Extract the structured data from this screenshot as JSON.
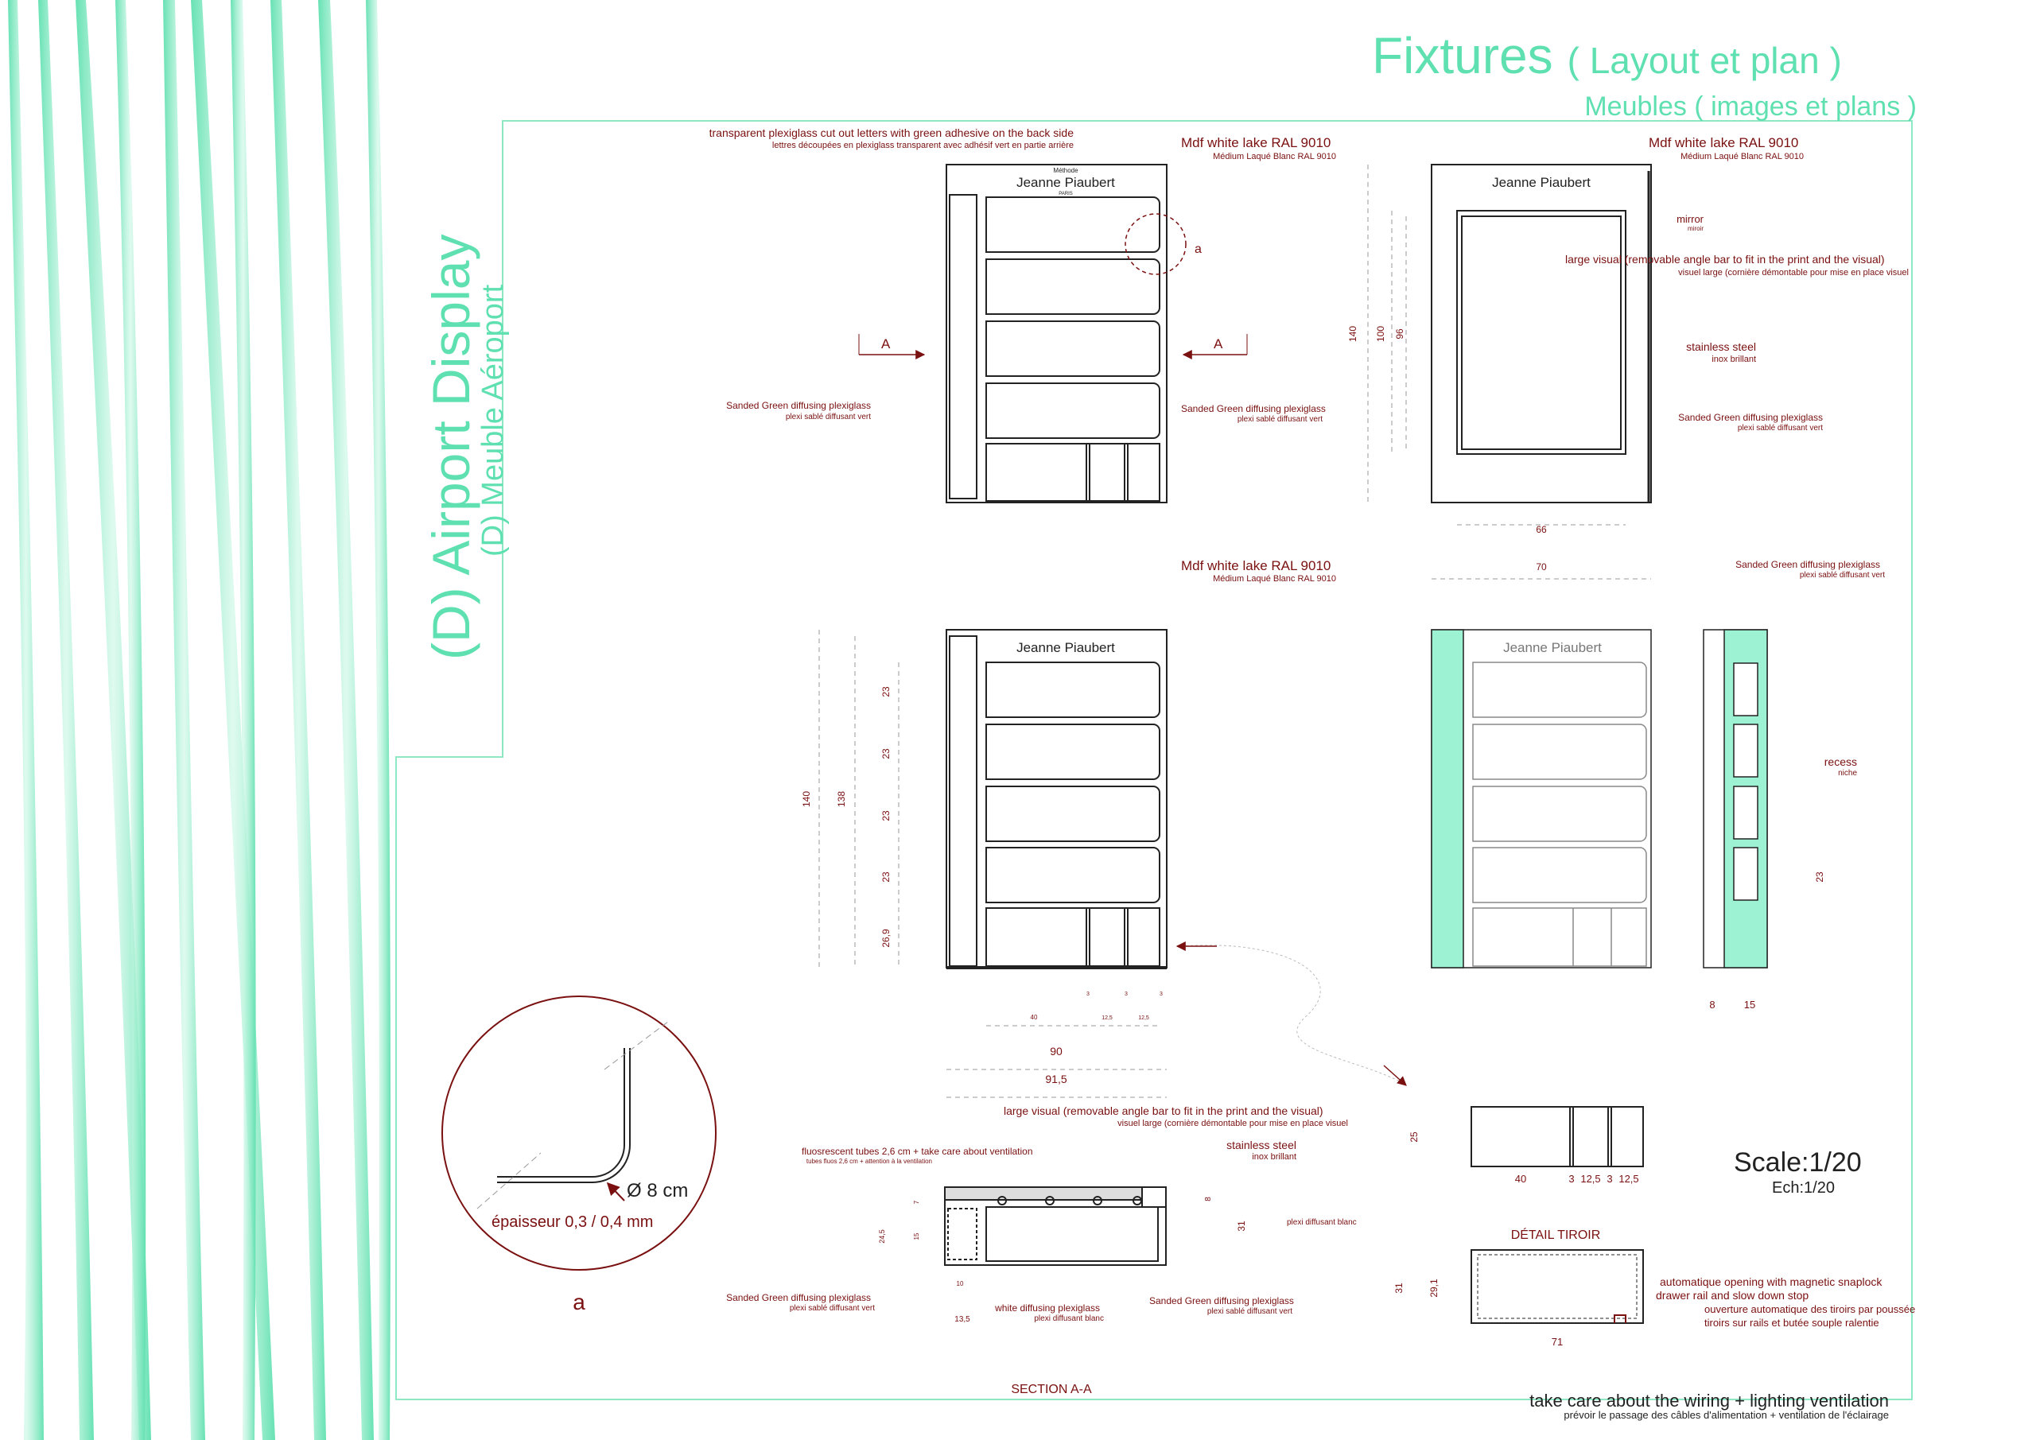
{
  "header": {
    "title": "Fixtures",
    "title_suffix": "( Layout et plan )",
    "subtitle": "Meubles ( images et plans )",
    "side_title": "(D) Airport Display",
    "side_subtitle": "(D) Meuble Aéroport"
  },
  "brand": {
    "small": "Méthode",
    "name": "Jeanne Piaubert",
    "city": "PARIS"
  },
  "labels": {
    "letters_en": "transparent plexiglass cut out letters with green adhesive on the back side",
    "letters_fr": "lettres découpées en plexiglass transparent avec adhésif vert en partie arrière",
    "mdf_en": "Mdf white lake RAL  9010",
    "mdf_fr": "Médium Laqué Blanc RAL  9010",
    "mirror_en": "mirror",
    "mirror_fr": "miroir",
    "visual_en": "large visual (removable angle bar to fit in the print and the visual)",
    "visual_fr": "visuel large (cornière démontable pour mise en place visuel",
    "steel_en": "stainless steel",
    "steel_fr": "inox brillant",
    "sanded_en": "Sanded Green diffusing plexiglass",
    "sanded_fr": "plexi sablé diffusant vert",
    "recess_en": "recess",
    "recess_fr": "niche",
    "fluo_en": "fluosrescent tubes 2,6 cm + take care about ventilation",
    "fluo_fr": "tubes fluos 2,6 cm + attention à la ventilation",
    "white_plexi_en": "white diffusing plexiglass",
    "white_plexi_fr": "plexi diffusant blanc",
    "plexi_blanc": "plexi diffusant blanc",
    "section_marker": "A",
    "detail_marker": "a",
    "section_title": "SECTION A-A",
    "drawer_title": "DÉTAIL TIROIR",
    "drawer_en1": "automatique opening with magnetic snaplock",
    "drawer_en2": "drawer rail and slow down stop",
    "drawer_fr1": "ouverture automatique des tiroirs par poussée",
    "drawer_fr2": "tiroirs sur rails  et butée souple ralentie",
    "scale": "Scale:1/20",
    "ech": "Ech:1/20",
    "diameter": "Ø 8 cm",
    "thickness": "épaisseur 0,3 /  0,4  mm",
    "wiring_en": "take care about the wiring + lighting ventilation",
    "wiring_fr": "prévoir le passage des câbles d'alimentation + ventilation de l'éclairage"
  },
  "dimensions": {
    "back_h140": "140",
    "back_h100": "100",
    "back_h96": "96",
    "back_w66": "66",
    "back_w70": "70",
    "front_h140": "140",
    "front_h138": "138",
    "shelf23": "23",
    "base269": "26,9",
    "w40": "40",
    "w90": "90",
    "w915": "91,5",
    "w3": "3",
    "w125": "12,5",
    "side8": "8",
    "side15": "15",
    "side23": "23",
    "sec245": "24,5",
    "sec15": "15",
    "sec7": "7",
    "sec8": "8",
    "sec31": "31",
    "sec10": "10",
    "sec135": "13,5",
    "dr25": "25",
    "dr40": "40",
    "dr3": "3",
    "dr125": "12,5",
    "dr31": "31",
    "dr291": "29,1",
    "dr71": "71"
  },
  "colors": {
    "accent": "#5fe0b0",
    "annotation": "#7a1010",
    "lines": "#222222",
    "frame": "#8fe8c4"
  }
}
